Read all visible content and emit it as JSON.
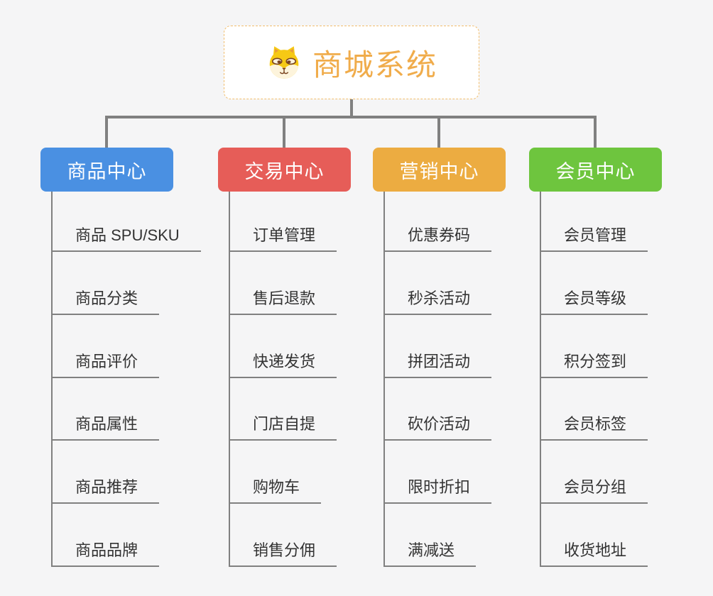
{
  "root": {
    "title": "商城系统",
    "icon": "shiba-dog-icon"
  },
  "branches": [
    {
      "id": "product-center",
      "label": "商品中心",
      "color": "#4A90E2",
      "items": [
        "商品 SPU/SKU",
        "商品分类",
        "商品评价",
        "商品属性",
        "商品推荐",
        "商品品牌"
      ]
    },
    {
      "id": "trade-center",
      "label": "交易中心",
      "color": "#E65D58",
      "items": [
        "订单管理",
        "售后退款",
        "快递发货",
        "门店自提",
        "购物车",
        "销售分佣"
      ]
    },
    {
      "id": "marketing-center",
      "label": "营销中心",
      "color": "#ECAC41",
      "items": [
        "优惠券码",
        "秒杀活动",
        "拼团活动",
        "砍价活动",
        "限时折扣",
        "满减送"
      ]
    },
    {
      "id": "member-center",
      "label": "会员中心",
      "color": "#6EC53E",
      "items": [
        "会员管理",
        "会员等级",
        "积分签到",
        "会员标签",
        "会员分组",
        "收货地址"
      ]
    }
  ],
  "colors": {
    "background": "#F5F5F6",
    "connector": "#808080",
    "item_text": "#333333",
    "header_text": "#FFFFFF",
    "root_text": "#F0AC4B",
    "root_border": "#F2BE6E",
    "dog_yellow": "#F6C915",
    "dog_cream": "#FDF4DC",
    "dog_brown": "#7A4420"
  }
}
